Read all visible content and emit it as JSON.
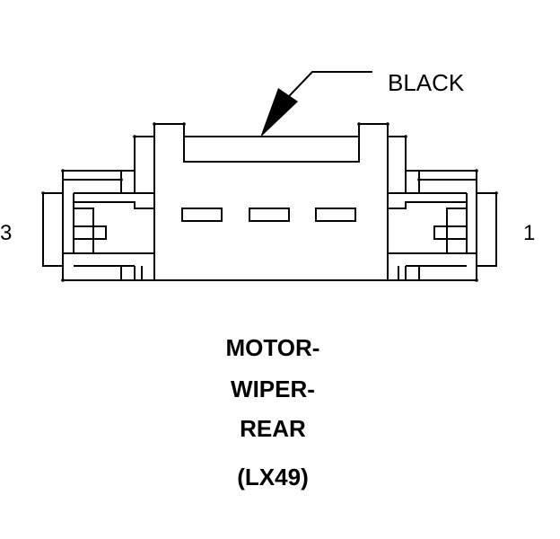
{
  "connector": {
    "color_label": "BLACK",
    "pin_left": "3",
    "pin_right": "1"
  },
  "title": {
    "line1": "MOTOR-",
    "line2": "WIPER-",
    "line3": "REAR",
    "code": "(LX49)"
  },
  "colors": {
    "line": "#000000",
    "background": "#ffffff"
  }
}
